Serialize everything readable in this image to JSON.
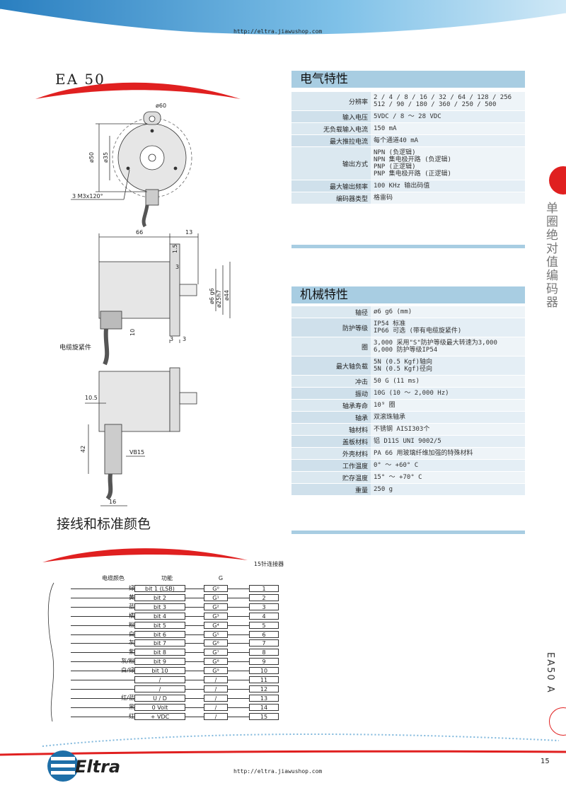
{
  "header": {
    "url": "http://eltra.jiawushop.com"
  },
  "footer": {
    "url": "http://eltra.jiawushop.com",
    "page_number": "15",
    "brand": "Eltra"
  },
  "model": "EA 50",
  "side_title": "单圈绝对值编码器",
  "side_code": "EA50 A",
  "drawing": {
    "dia60": "ø60",
    "dia50": "ø50",
    "dia35": "ø35",
    "screws": "3 M3x120°",
    "dim66": "66",
    "dim13": "13",
    "dim1_5": "1.5",
    "dim3": "3",
    "dim10": "10",
    "dim3b": "3",
    "dim3c": "3",
    "dia6g6": "ø6 g6",
    "dia25h7": "ø25h7",
    "dia44": "ø44",
    "cable_gland": "电缆旋紧件",
    "dim10_5": "10.5",
    "dim42": "42",
    "vb15": "VB15",
    "dim16": "16"
  },
  "electrical": {
    "title": "电气特性",
    "rows": [
      {
        "k": "分辨率",
        "v": "2 / 4 / 8 / 16 / 32 / 64 / 128 / 256 512 / 90 / 180 / 360 / 250 / 500"
      },
      {
        "k": "输入电压",
        "v": "5VDC / 8 ～ 28 VDC"
      },
      {
        "k": "无负载输入电流",
        "v": "150 mA"
      },
      {
        "k": "最大推拉电流",
        "v": "每个通道40 mA"
      },
      {
        "k": "输出方式",
        "v": "NPN (负逻辑)\nNPN 集电极开路 (负逻辑)\nPNP (正逻辑)\nPNP 集电极开路 (正逻辑)"
      },
      {
        "k": "最大输出频率",
        "v": "100 KHz 输出码值"
      },
      {
        "k": "编码器类型",
        "v": "格雷码"
      }
    ]
  },
  "mechanical": {
    "title": "机械特性",
    "rows": [
      {
        "k": "轴径",
        "v": "ø6 g6 (mm)"
      },
      {
        "k": "防护等级",
        "v": "IP54 标准\nIP66 可选 (带有电缆旋紧件)"
      },
      {
        "k": "圈",
        "v": "3,000 采用\"S\"防护等级最大转速为3,000\n6,000 防护等级IP54"
      },
      {
        "k": "最大轴负载",
        "v": "5N (0.5 Kgf)轴向\n5N (0.5 Kgf)径向"
      },
      {
        "k": "冲击",
        "v": "50 G (11 ms)"
      },
      {
        "k": "振动",
        "v": "10G (10 ～ 2,000 Hz)"
      },
      {
        "k": "轴承寿命",
        "v": "10⁹ 圈"
      },
      {
        "k": "轴承",
        "v": "双滚珠轴承"
      },
      {
        "k": "轴材料",
        "v": "不锈钢 AISI303个"
      },
      {
        "k": "盖板材料",
        "v": "铝 D11S   UNI 9002/5"
      },
      {
        "k": "外壳材料",
        "v": "PA 66 用玻璃纤维加强的特殊材料"
      },
      {
        "k": "工作温度",
        "v": "0° ～ +60° C"
      },
      {
        "k": "贮存温度",
        "v": " 15° ～ +70° C"
      },
      {
        "k": "重量",
        "v": "250 g"
      }
    ]
  },
  "wiring": {
    "title": "接线和标准颜色",
    "connector_label": "15针连接器",
    "headers": {
      "color": "电缆颜色",
      "function": "功能",
      "g": "G"
    },
    "rows": [
      {
        "color": "绿",
        "func": "bit 1 (LSB)",
        "g": "G⁰",
        "pin": "1"
      },
      {
        "color": "黄",
        "func": "bit 2",
        "g": "G¹",
        "pin": "2"
      },
      {
        "color": "蓝",
        "func": "bit 3",
        "g": "G²",
        "pin": "3"
      },
      {
        "color": "橘",
        "func": "bit 4",
        "g": "G³",
        "pin": "4"
      },
      {
        "color": "粉",
        "func": "bit 5",
        "g": "G⁴",
        "pin": "5"
      },
      {
        "color": "白",
        "func": "bit 6",
        "g": "G⁵",
        "pin": "6"
      },
      {
        "color": "灰",
        "func": "bit 7",
        "g": "G⁶",
        "pin": "7"
      },
      {
        "color": "紫",
        "func": "bit 8",
        "g": "G⁷",
        "pin": "8"
      },
      {
        "color": "灰/粉",
        "func": "bit 9",
        "g": "G⁸",
        "pin": "9"
      },
      {
        "color": "白/绿",
        "func": "bit 10",
        "g": "G⁹",
        "pin": "10"
      },
      {
        "color": "",
        "func": "/",
        "g": "/",
        "pin": "11"
      },
      {
        "color": "",
        "func": "/",
        "g": "/",
        "pin": "12"
      },
      {
        "color": "红/蓝",
        "func": "U / D",
        "g": "/",
        "pin": "13"
      },
      {
        "color": "黑",
        "func": "0 Volt",
        "g": "/",
        "pin": "14"
      },
      {
        "color": "红",
        "func": "+ VDC",
        "g": "/",
        "pin": "15"
      }
    ]
  },
  "colors": {
    "accent": "#a8cde2",
    "red": "#e02020",
    "blue": "#1e6fa8"
  }
}
